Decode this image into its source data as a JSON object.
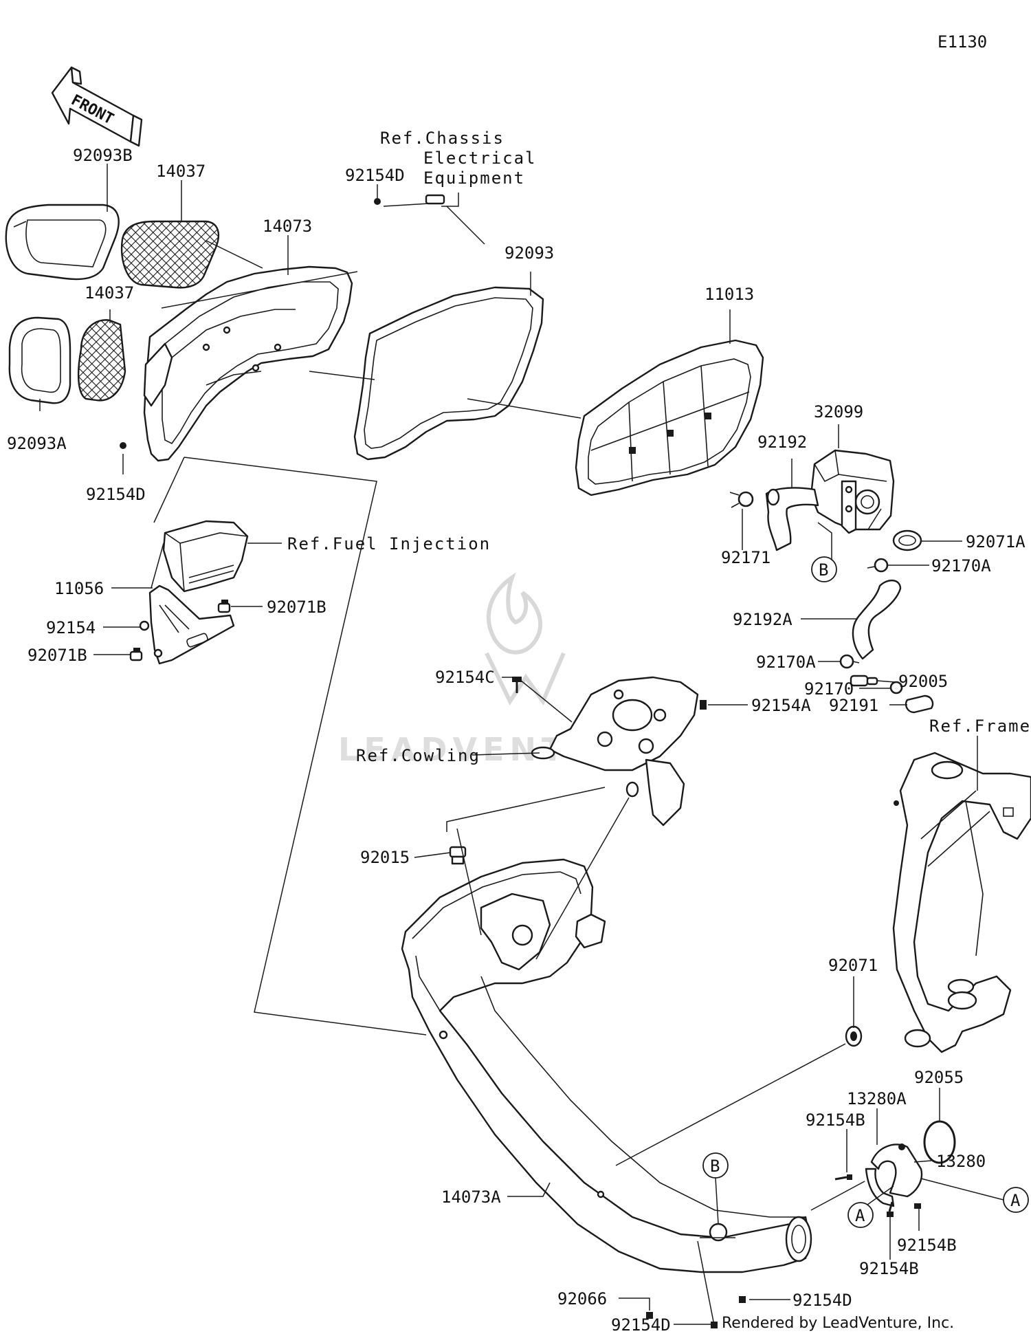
{
  "diagram_code": "E1130",
  "front_label": "FRONT",
  "watermark": "LEADVENTURE",
  "credit": "Rendered by LeadVenture, Inc.",
  "refs": {
    "chassis_line1": "Ref.Chassis",
    "chassis_line2": "Electrical",
    "chassis_line3": "Equipment",
    "fuel_injection": "Ref.Fuel Injection",
    "cowling": "Ref.Cowling",
    "frame": "Ref.Frame"
  },
  "callouts": {
    "b_upper": "B",
    "b_lower": "B",
    "a_left": "A",
    "a_right": "A"
  },
  "parts": {
    "p92093B": "92093B",
    "p14037_top": "14037",
    "p14073": "14073",
    "p92154D_top": "92154D",
    "p92093": "92093",
    "p11013": "11013",
    "p14037_mid": "14037",
    "p32099": "32099",
    "p92192": "92192",
    "p92093A": "92093A",
    "p92154D_left": "92154D",
    "p92171": "92171",
    "p92071A": "92071A",
    "p92170A_top": "92170A",
    "p11056": "11056",
    "p92071B_right": "92071B",
    "p92154": "92154",
    "p92071B_left": "92071B",
    "p92192A": "92192A",
    "p92154C": "92154C",
    "p92170A_bot": "92170A",
    "p92005": "92005",
    "p92170": "92170",
    "p92154A": "92154A",
    "p92191": "92191",
    "p92015": "92015",
    "p92071": "92071",
    "p92055": "92055",
    "p13280A": "13280A",
    "p92154B_top": "92154B",
    "p13280": "13280",
    "p14073A": "14073A",
    "p92154B_mid": "92154B",
    "p92154B_bot": "92154B",
    "p92066": "92066",
    "p92154D_bot": "92154D",
    "p92154D_mid": "92154D"
  }
}
